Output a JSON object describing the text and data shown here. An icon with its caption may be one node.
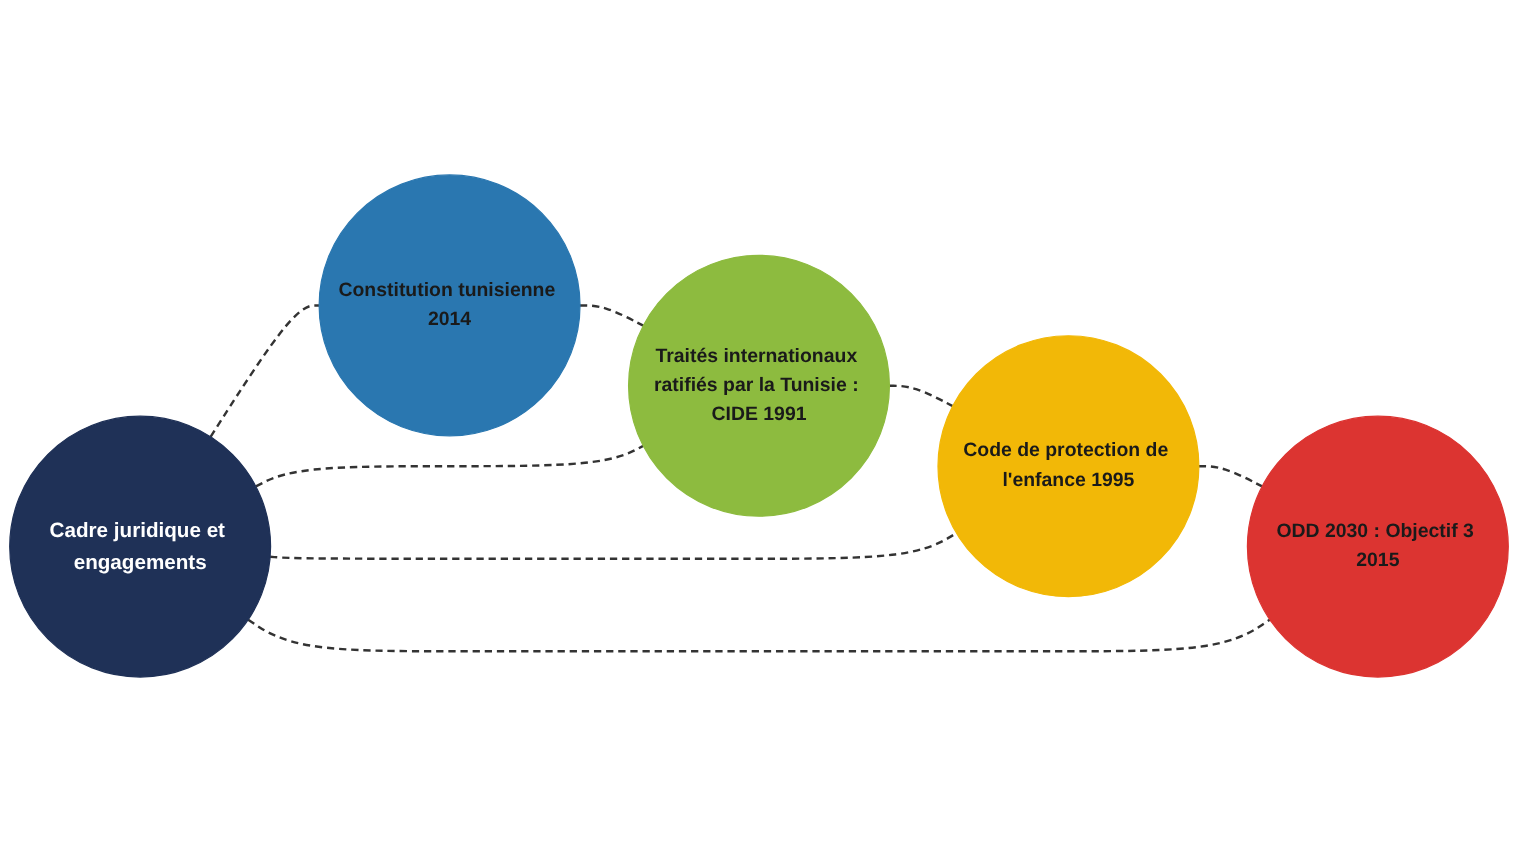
{
  "diagram": {
    "nodes": [
      {
        "text": [
          "Traités internationaux ratifiés par la Tunisie : CIDE 1991"
        ]
      },
      {
        "text": [
          "Code de protection de l'enfance 1995"
        ]
      },
      {
        "text": [
          "Constitution tunisienne 2014"
        ]
      },
      {
        "text": [
          "Cadre juridique et engagements"
        ]
      },
      {
        "text": [
          "ODD 2030 : Objectif 3 2015"
        ]
      }
    ],
    "edges": [
      {
        "from": 2,
        "to": 0,
        "arrow": "none",
        "style": "dashed"
      },
      {
        "from": 0,
        "to": 1,
        "arrow": "none",
        "style": "dashed"
      },
      {
        "from": 1,
        "to": 4,
        "arrow": "none",
        "style": "dashed"
      },
      {
        "from": 3,
        "to": 2,
        "arrow": "none",
        "style": "dashed"
      },
      {
        "from": 3,
        "to": 0,
        "arrow": "none",
        "style": "dashed"
      },
      {
        "from": 3,
        "to": 1,
        "arrow": "none",
        "style": "dashed"
      },
      {
        "from": 3,
        "to": 4,
        "arrow": "none",
        "style": "dashed"
      }
    ]
  }
}
